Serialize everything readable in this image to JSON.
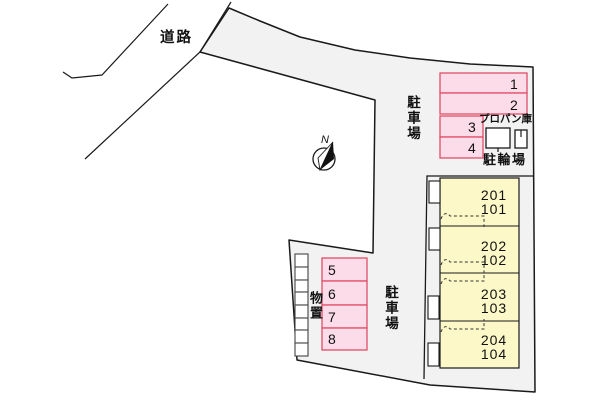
{
  "labels": {
    "road": "道路",
    "parking_upper": "駐車場",
    "parking_lower": "駐車場",
    "storage": "物置",
    "propane": "プロパン庫",
    "bicycle": "駐輪場",
    "north": "N"
  },
  "parking_spaces": [
    "1",
    "2",
    "3",
    "4",
    "5",
    "6",
    "7",
    "8"
  ],
  "units": [
    {
      "upper": "201",
      "lower": "101"
    },
    {
      "upper": "202",
      "lower": "102"
    },
    {
      "upper": "203",
      "lower": "103"
    },
    {
      "upper": "204",
      "lower": "104"
    }
  ],
  "colors": {
    "site_fill": "#f2f2f2",
    "outline": "#1a1a1a",
    "parking_fill": "#fcdce8",
    "parking_border": "#e14e68",
    "building_fill": "#fcf8c8",
    "box_fill": "#ffffff"
  }
}
